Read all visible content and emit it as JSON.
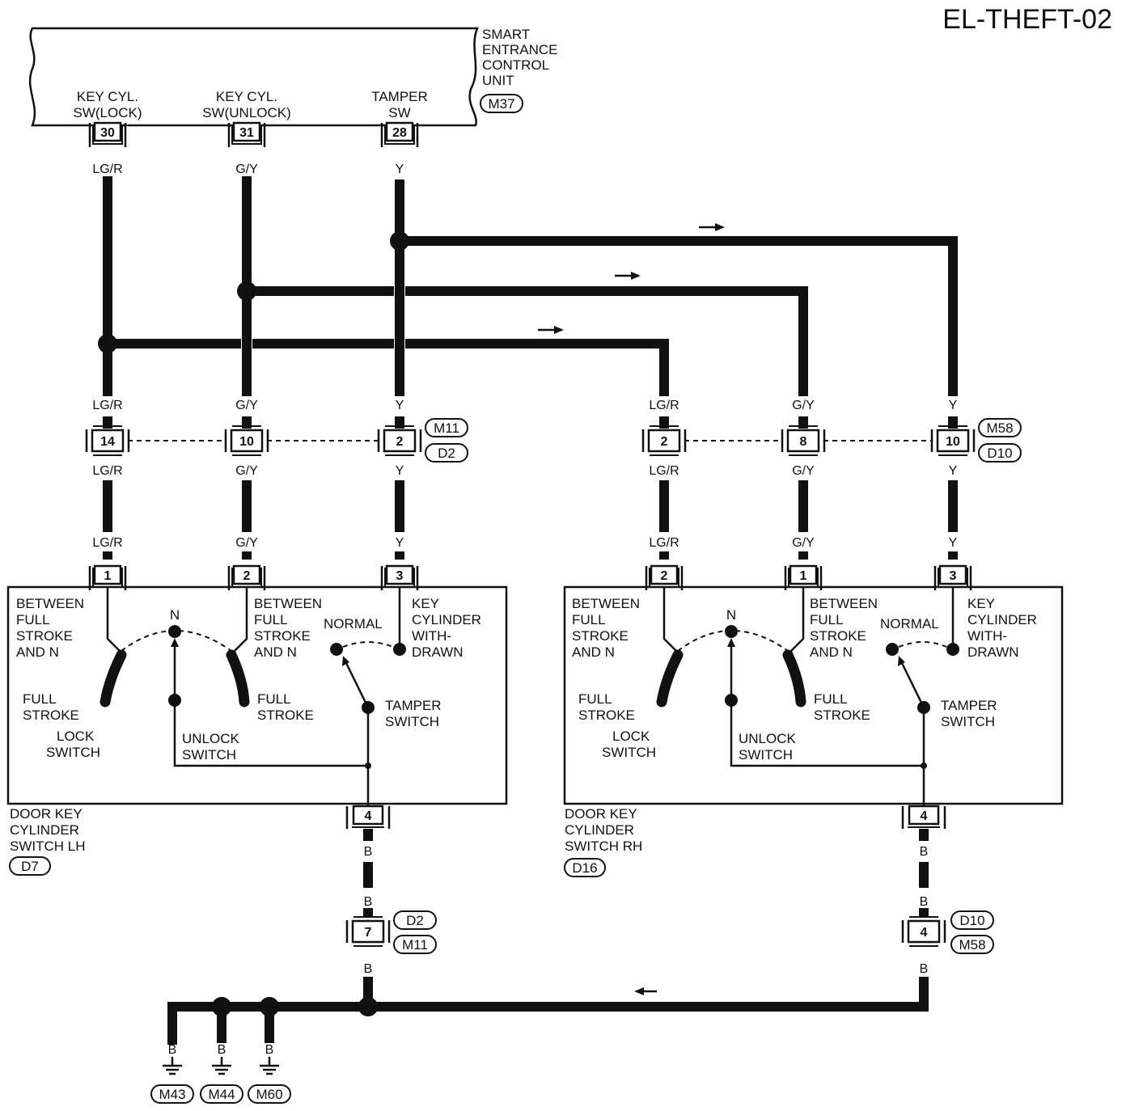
{
  "title": "EL-THEFT-02",
  "unit": {
    "name_lines": [
      "SMART",
      "ENTRANCE",
      "CONTROL",
      "UNIT"
    ],
    "connector": "M37",
    "terminals": [
      {
        "label_lines": [
          "KEY CYL.",
          "SW(LOCK)"
        ],
        "pin": "30",
        "wire": "LG/R"
      },
      {
        "label_lines": [
          "KEY CYL.",
          "SW(UNLOCK)"
        ],
        "pin": "31",
        "wire": "G/Y"
      },
      {
        "label_lines": [
          "TAMPER",
          "SW"
        ],
        "pin": "28",
        "wire": "Y"
      }
    ]
  },
  "left_joint": {
    "pins": [
      "14",
      "10",
      "2"
    ],
    "wires": [
      "LG/R",
      "G/Y",
      "Y"
    ],
    "connectors": [
      "M11",
      "D2"
    ]
  },
  "right_joint": {
    "pins": [
      "2",
      "8",
      "10"
    ],
    "wires": [
      "LG/R",
      "G/Y",
      "Y"
    ],
    "connectors": [
      "M58",
      "D10"
    ]
  },
  "switch_lh": {
    "pins": [
      "1",
      "2",
      "3"
    ],
    "wires": [
      "LG/R",
      "G/Y",
      "Y"
    ],
    "ground_pin": "4",
    "name_lines": [
      "DOOR KEY",
      "CYLINDER",
      "SWITCH LH"
    ],
    "connector": "D7"
  },
  "switch_rh": {
    "pins": [
      "2",
      "1",
      "3"
    ],
    "wires": [
      "LG/R",
      "G/Y",
      "Y"
    ],
    "ground_pin": "4",
    "name_lines": [
      "DOOR KEY",
      "CYLINDER",
      "SWITCH RH"
    ],
    "connector": "D16"
  },
  "switch_labels": {
    "between": [
      "BETWEEN",
      "FULL",
      "STROKE",
      "AND N"
    ],
    "n": "N",
    "full_stroke": [
      "FULL",
      "STROKE"
    ],
    "lock_switch": [
      "LOCK",
      "SWITCH"
    ],
    "unlock_switch": [
      "UNLOCK",
      "SWITCH"
    ],
    "normal": "NORMAL",
    "key_withdrawn": [
      "KEY",
      "CYLINDER",
      "WITH-",
      "DRAWN"
    ],
    "tamper_switch": [
      "TAMPER",
      "SWITCH"
    ]
  },
  "ground_wire": "B",
  "left_ground_connector": {
    "pin": "7",
    "connectors": [
      "D2",
      "M11"
    ]
  },
  "right_ground_connector": {
    "pin": "4",
    "connectors": [
      "D10",
      "M58"
    ]
  },
  "grounds": [
    "M43",
    "M44",
    "M60"
  ]
}
